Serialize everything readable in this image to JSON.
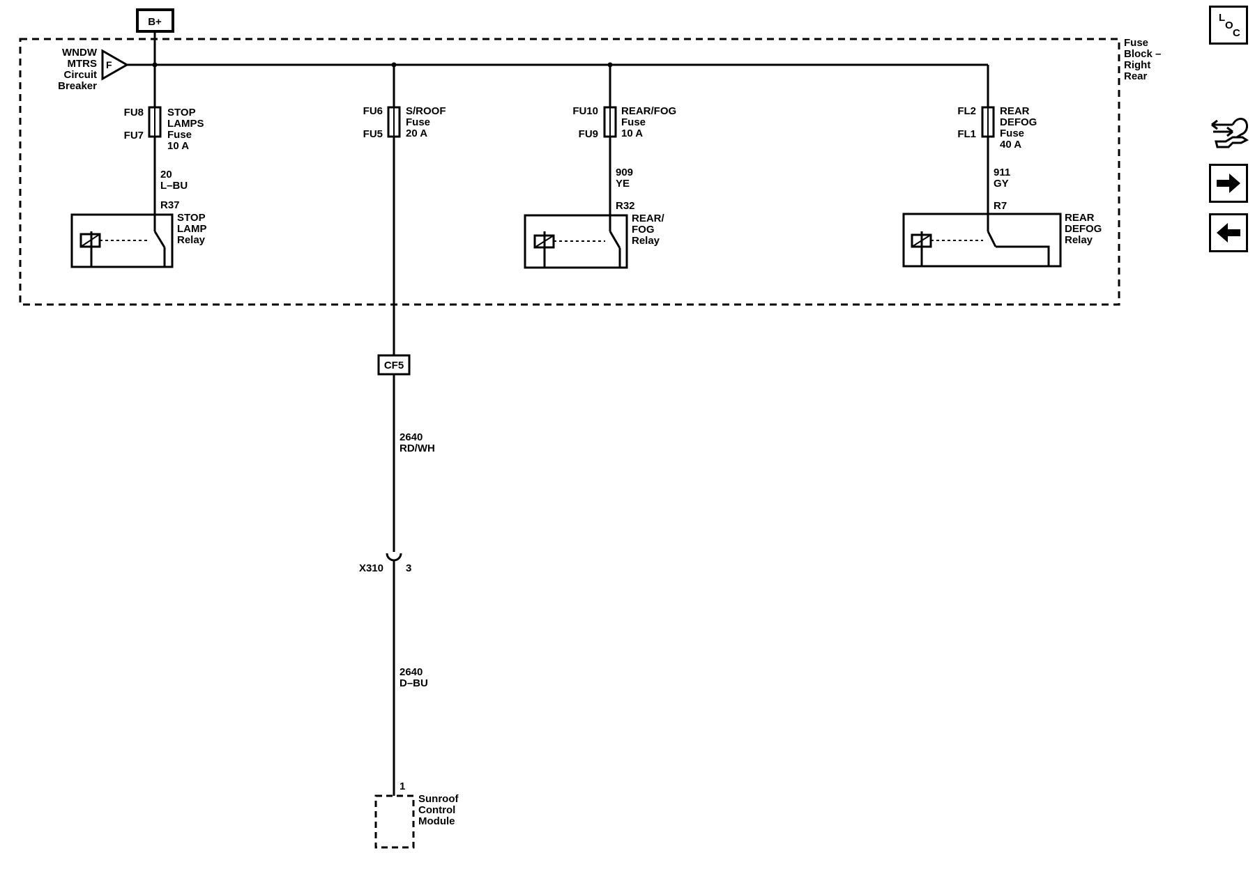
{
  "power": {
    "label": "B+"
  },
  "circuit_breaker": {
    "name_lines": [
      "WNDW",
      "MTRS",
      "Circuit",
      "Breaker"
    ],
    "pin": "F"
  },
  "fuse_block": {
    "name_lines": [
      "Fuse",
      "Block –",
      "Right",
      "Rear"
    ]
  },
  "fuses": [
    {
      "top_pin": "FU8",
      "bottom_pin": "FU7",
      "name_lines": [
        "STOP",
        "LAMPS",
        "Fuse",
        "10 A"
      ]
    },
    {
      "top_pin": "FU6",
      "bottom_pin": "FU5",
      "name_lines": [
        "S/ROOF",
        "Fuse",
        "20 A"
      ]
    },
    {
      "top_pin": "FU10",
      "bottom_pin": "FU9",
      "name_lines": [
        "REAR/FOG",
        "Fuse",
        "10 A"
      ]
    },
    {
      "top_pin": "FL2",
      "bottom_pin": "FL1",
      "name_lines": [
        "REAR",
        "DEFOG",
        "Fuse",
        "40 A"
      ]
    }
  ],
  "wires": [
    {
      "circuit": "20",
      "color": "L–BU"
    },
    {
      "circuit": "909",
      "color": "YE"
    },
    {
      "circuit": "911",
      "color": "GY"
    },
    {
      "circuit": "2640",
      "color": "RD/WH"
    },
    {
      "circuit": "2640",
      "color": "D–BU"
    }
  ],
  "relays": [
    {
      "pin": "R37",
      "name_lines": [
        "STOP",
        "LAMP",
        "Relay"
      ]
    },
    {
      "pin": "R32",
      "name_lines": [
        "REAR/",
        "FOG",
        "Relay"
      ]
    },
    {
      "pin": "R7",
      "name_lines": [
        "REAR",
        "DEFOG",
        "Relay"
      ]
    }
  ],
  "splice": {
    "label": "CF5"
  },
  "connector": {
    "name": "X310",
    "pin": "3"
  },
  "module": {
    "pin": "1",
    "name_lines": [
      "Sunroof",
      "Control",
      "Module"
    ]
  },
  "nav": {
    "locator": {
      "letters": [
        "L",
        "O",
        "C"
      ]
    },
    "icons": [
      "locator-icon",
      "connector-tool-icon",
      "next-arrow-icon",
      "previous-arrow-icon"
    ]
  }
}
